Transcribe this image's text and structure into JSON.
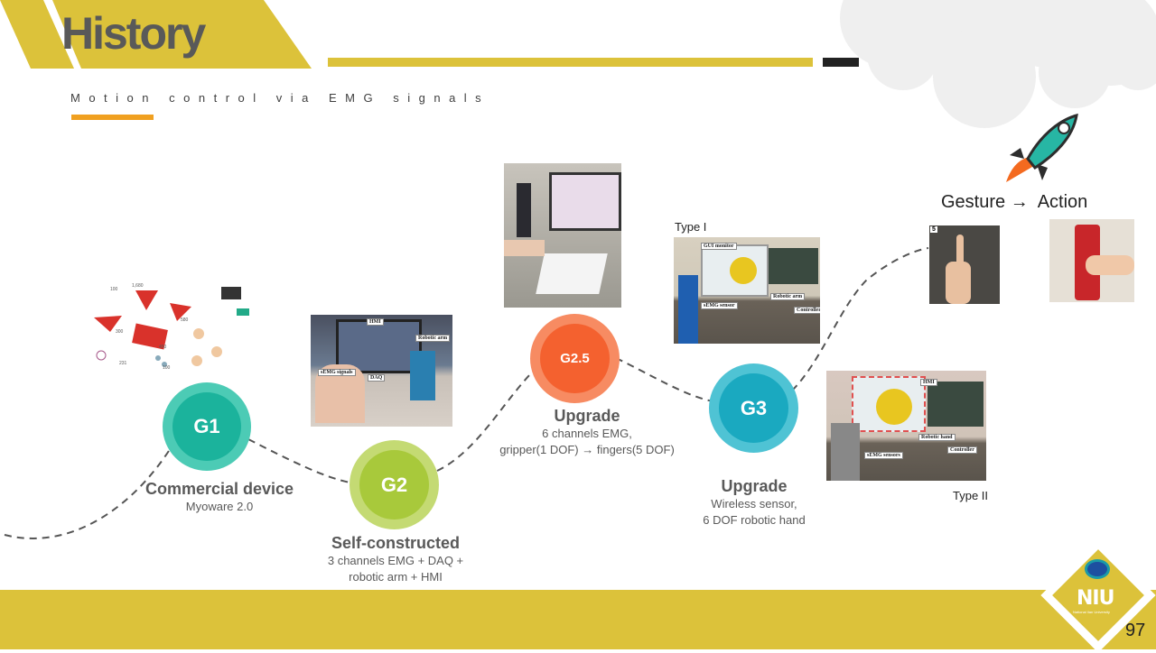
{
  "header": {
    "title": "History",
    "subtitle": "Motion control via EMG signals"
  },
  "colors": {
    "gold": "#dcc23a",
    "orange": "#f0a020",
    "g1": "#1bb39c",
    "g2": "#a8c93b",
    "g25": "#f4612f",
    "g3": "#1aa9c0"
  },
  "stages": [
    {
      "id": "G1",
      "title": "Commercial device",
      "desc": [
        "Myoware 2.0"
      ]
    },
    {
      "id": "G2",
      "title": "Self-constructed",
      "desc": [
        "3 channels EMG + DAQ +",
        "robotic arm + HMI"
      ]
    },
    {
      "id": "G2.5",
      "title": "Upgrade",
      "desc": [
        "6 channels EMG,",
        "gripper(1 DOF) → fingers(5 DOF)"
      ]
    },
    {
      "id": "G3",
      "title": "Upgrade",
      "desc": [
        "Wireless sensor,",
        "6 DOF robotic hand"
      ]
    }
  ],
  "photos": {
    "g1_labels": [
      "100",
      "1,680",
      "300",
      "580",
      "450",
      "231",
      "100"
    ],
    "g2_labels": [
      "HMI",
      "Robotic arm",
      "sEMG signals",
      "DAQ"
    ],
    "type1": {
      "caption": "Type I",
      "labels": [
        "GUI monitor",
        "Robotic arm",
        "sEMG sensor",
        "Controller"
      ]
    },
    "type2": {
      "caption": "Type II",
      "labels": [
        "HMI",
        "Robotic hand",
        "Controller",
        "sEMG sensors"
      ]
    },
    "gesture_label": "5"
  },
  "gesture_action": "Gesture →  Action",
  "logo": {
    "text": "NIU",
    "sub": "National Ilan University"
  },
  "page_number": "97"
}
